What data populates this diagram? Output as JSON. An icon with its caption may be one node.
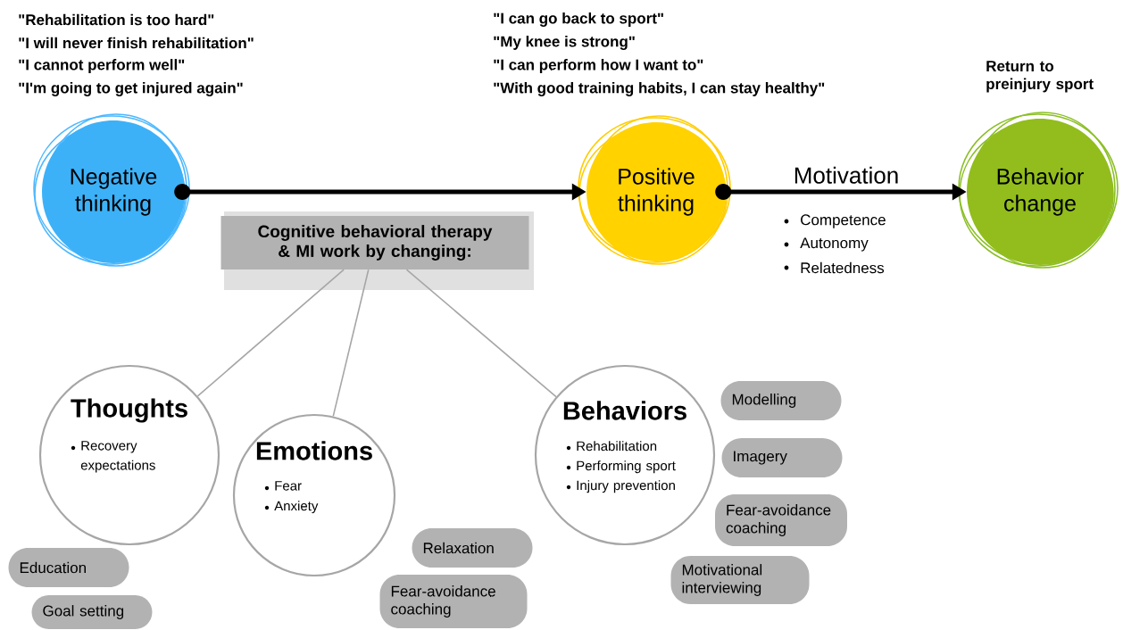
{
  "diagram": {
    "nodes": [
      {
        "text": [
          "Negative thinking"
        ],
        "beside": [
          "\"Rehabilitation is too hard\"",
          "\"I will never finish rehabilitation\"",
          "\"I cannot perform well\"",
          "\"I'm going to get injured again\""
        ]
      },
      {
        "text": [
          "Positive thinking"
        ],
        "beside": [
          "\"I can go back to sport\"",
          "\"My knee is strong\"",
          "\"I can perform how I want to\"",
          "\"With good training habits, I can stay healthy\""
        ]
      },
      {
        "text": [
          "Behavior change"
        ],
        "beside": [
          "Return to preinjury sport"
        ]
      },
      {
        "text": [
          "Cognitive behavioral therapy & MI work by changing:"
        ]
      },
      {
        "text": [
          "Thoughts",
          "Recovery expectations"
        ]
      },
      {
        "text": [
          "Emotions",
          "Fear",
          "Anxiety"
        ]
      },
      {
        "text": [
          "Behaviors",
          "Rehabilitation",
          "Performing sport",
          "Injury prevention"
        ]
      },
      {
        "text": [
          "Education"
        ]
      },
      {
        "text": [
          "Goal setting"
        ]
      },
      {
        "text": [
          "Relaxation"
        ]
      },
      {
        "text": [
          "Fear-avoidance coaching"
        ]
      },
      {
        "text": [
          "Modelling"
        ]
      },
      {
        "text": [
          "Imagery"
        ]
      },
      {
        "text": [
          "Fear-avoidance coaching"
        ]
      },
      {
        "text": [
          "Motivational interviewing"
        ]
      }
    ],
    "edges": [
      {
        "from": 0,
        "to": 1,
        "arrow": "to",
        "style": "thick",
        "color": "#000000"
      },
      {
        "from": 1,
        "to": 2,
        "arrow": "to",
        "label": "Motivation",
        "style": "thick",
        "color": "#000000"
      },
      {
        "from": 3,
        "to": 4,
        "arrow": "none"
      },
      {
        "from": 3,
        "to": 5,
        "arrow": "none"
      },
      {
        "from": 3,
        "to": 6,
        "arrow": "none"
      }
    ],
    "labels": [
      "Competence",
      "Autonomy",
      "Relatedness"
    ]
  }
}
